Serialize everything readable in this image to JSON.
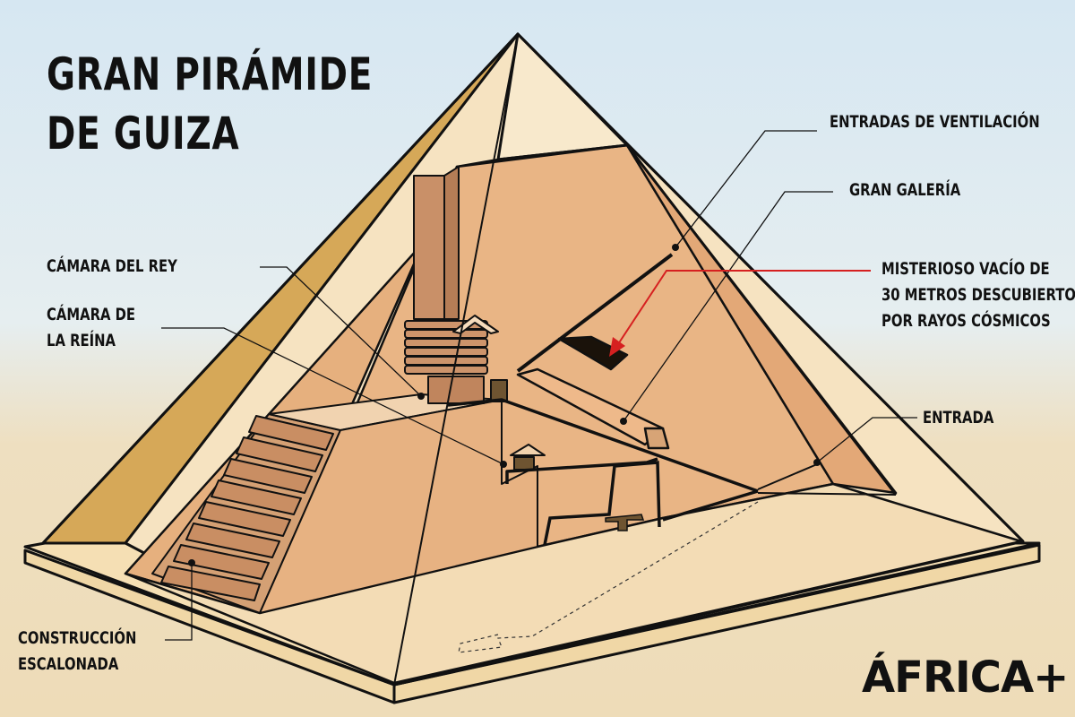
{
  "title": {
    "line1": "GRAN PIRÁMIDE",
    "line2": "DE GUIZA"
  },
  "labels": {
    "ventilation": "ENTRADAS DE VENTILACIÓN",
    "grand_gallery": "GRAN GALERÍA",
    "void_line1": "MISTERIOSO VACÍO DE",
    "void_line2": "30 METROS DESCUBIERTO",
    "void_line3": "POR RAYOS CÓSMICOS",
    "entrance": "ENTRADA",
    "kings_chamber": "CÁMARA DEL REY",
    "queens_chamber_line1": "CÁMARA DE",
    "queens_chamber_line2": "LA REÍNA",
    "stepped_line1": "CONSTRUCCIÓN",
    "stepped_line2": "ESCALONADA"
  },
  "logo": "ÁFRICA+",
  "colors": {
    "sky": "#dde9f1",
    "sand": "#ecdcb8",
    "pyramid_light": "#f6e2c0",
    "pyramid_shadow": "#d5a55a",
    "interior": "#e8b383",
    "interior_dark": "#c98f63",
    "base": "#f4dbae",
    "highlight_arrow": "#d62020",
    "ink": "#111111"
  }
}
